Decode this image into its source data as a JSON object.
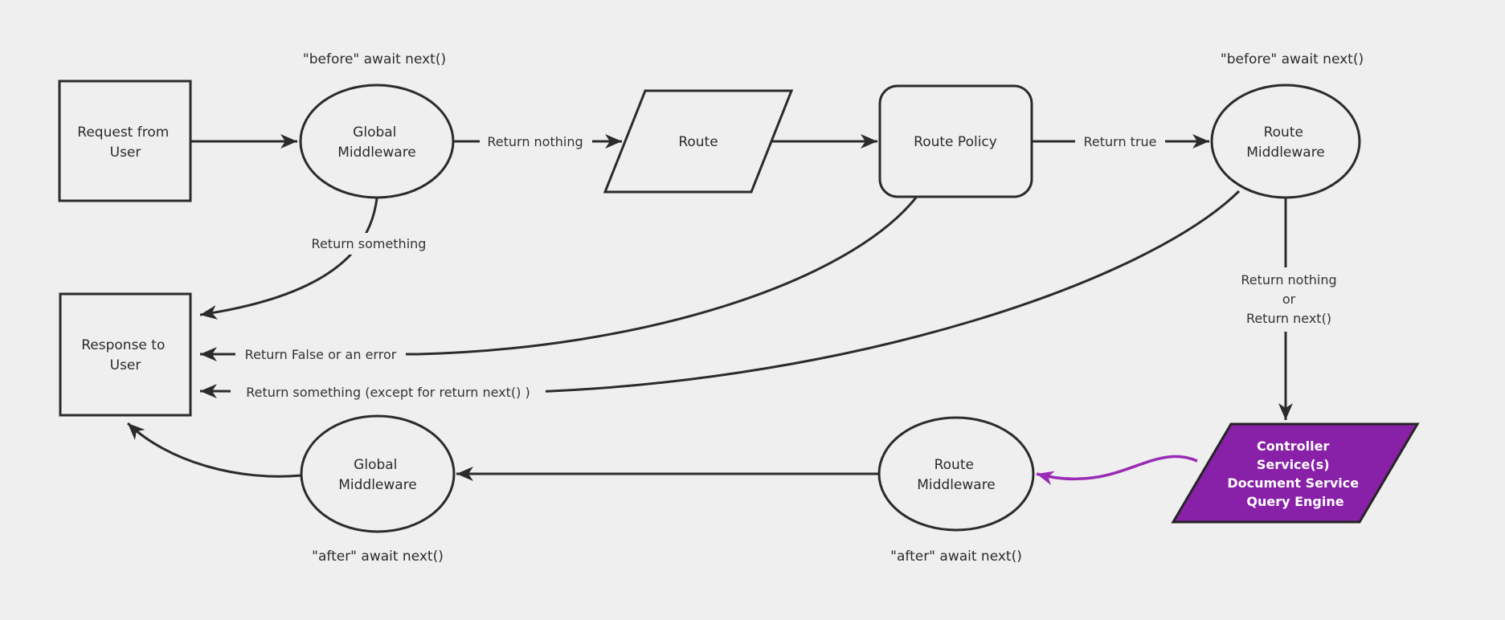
{
  "diagram": {
    "title": "middleware-request-response-flow",
    "colors": {
      "background": "#efefef",
      "stroke": "#2b2b2b",
      "purple_fill": "#8920a8",
      "purple_arrow": "#9a2bb5",
      "text": "#2b2b2b",
      "purple_text": "#ffffff"
    },
    "nodes": {
      "request": {
        "shape": "rectangle",
        "lines": [
          "Request from",
          "User"
        ]
      },
      "global_middleware_top": {
        "shape": "ellipse",
        "lines": [
          "Global",
          "Middleware"
        ]
      },
      "route": {
        "shape": "parallelogram",
        "label": "Route"
      },
      "route_policy": {
        "shape": "rounded-rectangle",
        "label": "Route Policy"
      },
      "route_middleware_top": {
        "shape": "ellipse",
        "lines": [
          "Route",
          "Middleware"
        ]
      },
      "response": {
        "shape": "rectangle",
        "lines": [
          "Response to",
          "User"
        ]
      },
      "global_middleware_bottom": {
        "shape": "ellipse",
        "lines": [
          "Global",
          "Middleware"
        ]
      },
      "route_middleware_bottom": {
        "shape": "ellipse",
        "lines": [
          "Route",
          "Middleware"
        ]
      },
      "controller": {
        "shape": "parallelogram",
        "lines": [
          "Controller",
          "Service(s)",
          "Document Service",
          "Query Engine"
        ]
      }
    },
    "annotations": {
      "before_top_left": "\"before\" await next()",
      "before_top_right": "\"before\" await next()",
      "after_bottom_left": "\"after\" await next()",
      "after_bottom_right": "\"after\" await next()"
    },
    "edge_labels": {
      "return_nothing": "Return nothing",
      "return_true": "Return true",
      "return_something": "Return something",
      "return_false": "Return False or an error",
      "return_something_except": "Return something (except for return next() )",
      "return_nothing_or": [
        "Return nothing",
        "or",
        "Return next()"
      ]
    }
  }
}
